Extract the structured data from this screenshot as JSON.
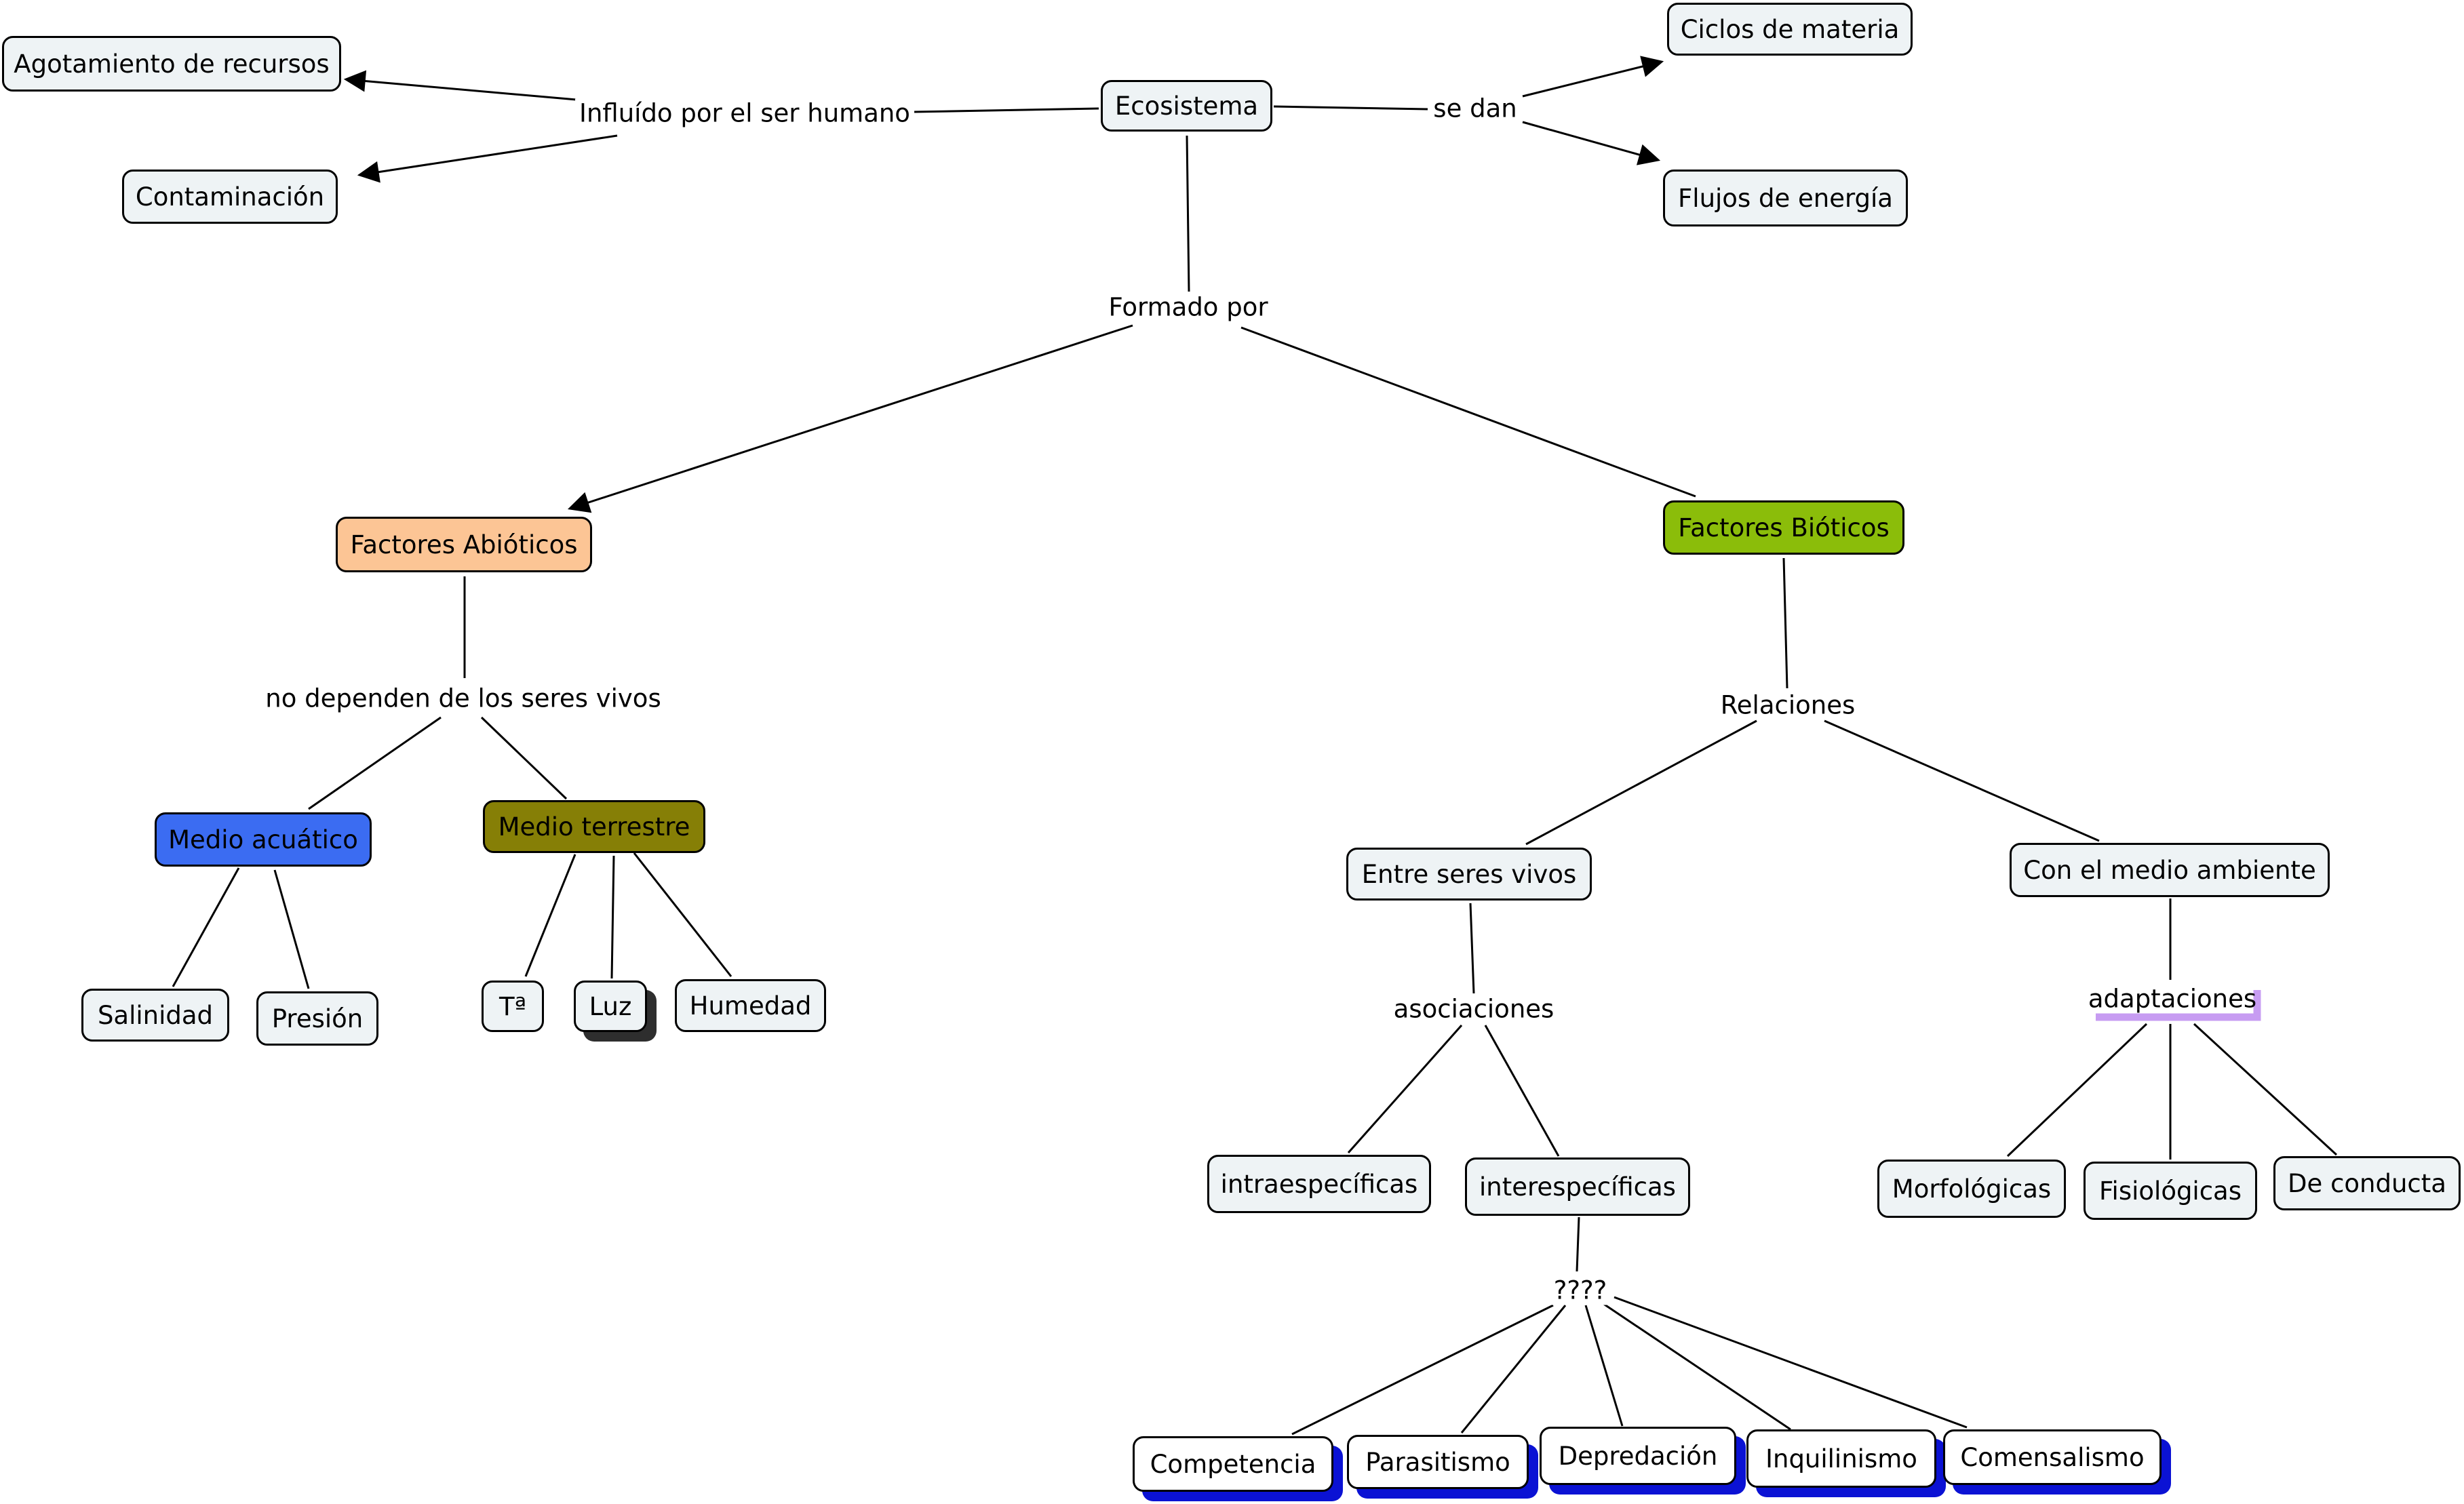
{
  "concepts": {
    "ecosistema": "Ecosistema",
    "ciclos": "Ciclos de materia",
    "flujos": "Flujos de energía",
    "agotamiento": "Agotamiento de recursos",
    "contaminacion": "Contaminación",
    "abioticos": "Factores Abióticos",
    "bioticos": "Factores Bióticos",
    "acuatico": "Medio acuático",
    "terrestre": "Medio terrestre",
    "salinidad": "Salinidad",
    "presion": "Presión",
    "temperatura": "Tª",
    "luz": "Luz",
    "humedad": "Humedad",
    "entre_seres": "Entre seres vivos",
    "medio_ambiente": "Con el medio ambiente",
    "intra": "intraespecíficas",
    "inter": "interespecíficas",
    "morfologicas": "Morfológicas",
    "fisiologicas": "Fisiológicas",
    "conducta": "De conducta",
    "competencia": "Competencia",
    "parasitismo": "Parasitismo",
    "depredacion": "Depredación",
    "inquilinismo": "Inquilinismo",
    "comensalismo": "Comensalismo"
  },
  "linking_phrases": {
    "influido": "Influído por el ser humano",
    "se_dan": "se dan",
    "formado": "Formado por",
    "no_dependen": "no dependen de los seres vivos",
    "relaciones": "Relaciones",
    "asociaciones": "asociaciones",
    "adaptaciones": "adaptaciones",
    "unknown": "????"
  },
  "colors": {
    "default_fill": "#eef3f5",
    "abioticos": "#fcc595",
    "bioticos": "#8bbd0a",
    "acuatico": "#3b6cf2",
    "terrestre": "#867f06",
    "shadow_blue": "#0b12d4",
    "highlight_purple": "#c79cf2"
  }
}
